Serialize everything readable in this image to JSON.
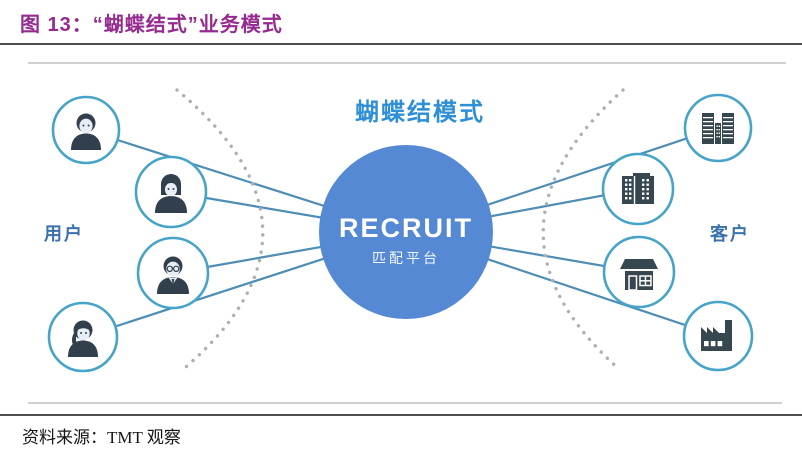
{
  "figure": {
    "title": "图 13：“蝴蝶结式”业务模式",
    "source": "资料来源：TMT 观察"
  },
  "diagram": {
    "heading": "蝴蝶结模式",
    "center": {
      "name": "RECRUIT",
      "subtitle": "匹配平台"
    },
    "left_group": {
      "label": "用户",
      "nodes": [
        {
          "icon": "person-male-icon"
        },
        {
          "icon": "person-female-bob-icon"
        },
        {
          "icon": "person-glasses-icon"
        },
        {
          "icon": "person-female-ponytail-icon"
        }
      ]
    },
    "right_group": {
      "label": "客户",
      "nodes": [
        {
          "icon": "twin-towers-building-icon"
        },
        {
          "icon": "office-building-icon"
        },
        {
          "icon": "storefront-icon"
        },
        {
          "icon": "factory-icon"
        }
      ]
    }
  },
  "colors": {
    "title_text": "#952b91",
    "heading_blue": "#2e8fd6",
    "group_label_blue": "#3b72ad",
    "center_circle_fill": "#5589d3",
    "node_circle_stroke": "#46a4c8",
    "connector_line": "#4e8db4",
    "icon_dark": "#32404e",
    "dotted_arc": "#abb0b5",
    "rule_dark": "#4f4f4f",
    "rule_light": "#d0d0d0"
  }
}
